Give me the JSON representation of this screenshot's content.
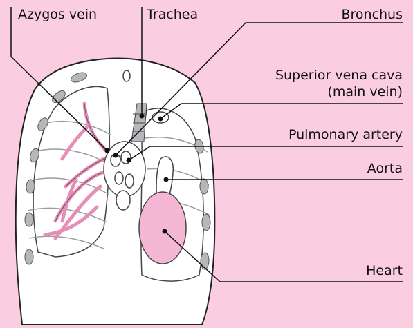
{
  "labels": {
    "azygos_vein": "Azygos vein",
    "trachea": "Trachea",
    "bronchus": "Bronchus",
    "superior_vena_cava_line1": "Superior vena cava",
    "superior_vena_cava_line2": "(main vein)",
    "pulmonary_artery": "Pulmonary artery",
    "aorta": "Aorta",
    "heart": "Heart"
  },
  "colors": {
    "background": "#fbcde0",
    "body_fill": "#ffffff",
    "rib_gray": "#b5b7ba",
    "vessel_pink": "#e58fb6",
    "heart_fill": "#f5b8d4",
    "line": "#111111"
  }
}
